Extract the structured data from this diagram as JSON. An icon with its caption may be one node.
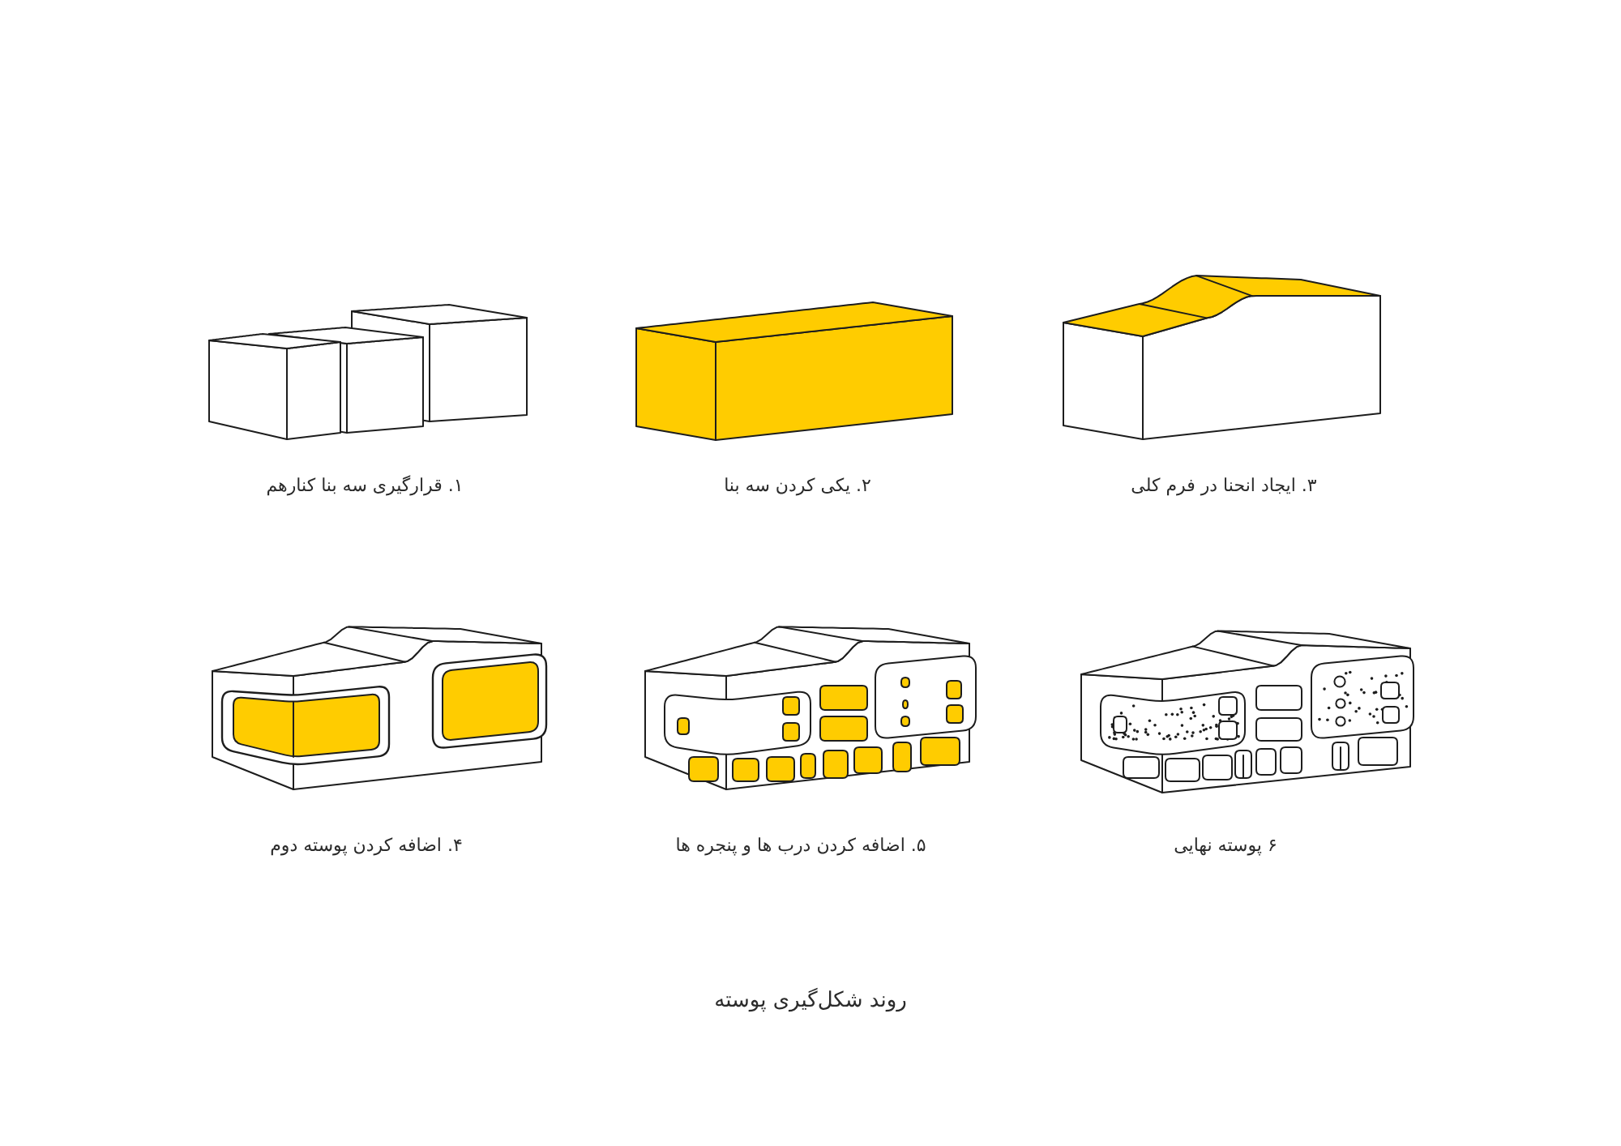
{
  "diagram": {
    "caption": "روند شکل‌گیری پوسته",
    "labels": [
      "۱. قرارگیری سه بنا کنارهم",
      "۲. یکی کردن سه بنا",
      "۳. ایجاد انحنا در فرم کلی",
      "۴. اضافه کردن پوسته دوم",
      "۵. اضافه کردن درب ها و پنجره ها",
      "۶ پوسته نهایی"
    ]
  }
}
